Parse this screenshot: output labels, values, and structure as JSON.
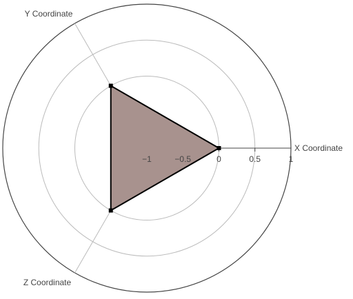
{
  "chart_data": {
    "type": "radar",
    "axes": [
      {
        "label": "X Coordinate",
        "angle_deg": 0
      },
      {
        "label": "Y Coordinate",
        "angle_deg": 120
      },
      {
        "label": "Z Coordinate",
        "angle_deg": 240
      }
    ],
    "radial_range": [
      -1,
      1
    ],
    "radial_ticks": [
      -1,
      -0.5,
      0,
      0.5,
      1
    ],
    "radial_tick_labels": [
      "−1",
      "−0.5",
      "0",
      "0.5",
      "1"
    ],
    "series": [
      {
        "values": [
          0,
          0,
          0
        ]
      }
    ],
    "grid": true,
    "legend": "none",
    "colors": {
      "fill": "#a8928e",
      "line": "#000000",
      "grid": "#bbbbbb",
      "outer_ring": "#444444",
      "axis": "#444444",
      "text": "#444444"
    }
  }
}
